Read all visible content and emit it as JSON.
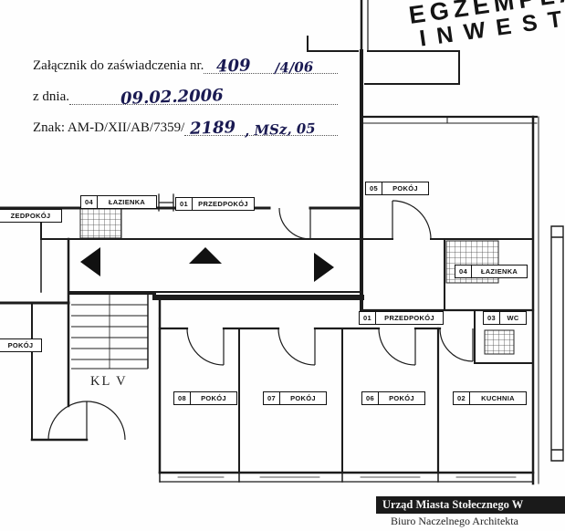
{
  "header": {
    "line1_label": "Załącznik do zaświadczenia nr.",
    "line1_value": "409",
    "line1_value2": "/4/06",
    "line2_label": "z dnia.",
    "line2_value": "09.02.2006",
    "line3_label": "Znak: AM-D/XII/AB/7359/",
    "line3_value": "2189",
    "line3_value2": ", MSz, 05"
  },
  "stamp_top": {
    "line1": "EGZEMPLA",
    "line2": "INWESTO"
  },
  "floor_plan": {
    "stairwell_label": "KL V",
    "labels": [
      {
        "num": "04",
        "name": "ŁAZIENKA"
      },
      {
        "num": "01",
        "name": "PRZEDPOKÓJ"
      },
      {
        "name": "ZEDPOKÓJ"
      },
      {
        "num": "05",
        "name": "POKÓJ"
      },
      {
        "num": "04",
        "name": "ŁAZIENKA"
      },
      {
        "num": "03",
        "name": "WC"
      },
      {
        "num": "01",
        "name": "PRZEDPOKÓJ"
      },
      {
        "name": "POKÓJ"
      },
      {
        "num": "08",
        "name": "POKÓJ"
      },
      {
        "num": "07",
        "name": "POKÓJ"
      },
      {
        "num": "06",
        "name": "POKÓJ"
      },
      {
        "num": "02",
        "name": "KUCHNIA"
      }
    ]
  },
  "stamp_bottom": {
    "line1": "Urząd Miasta Stołecznego W",
    "line2": "Biuro Naczelnego Architekta"
  }
}
